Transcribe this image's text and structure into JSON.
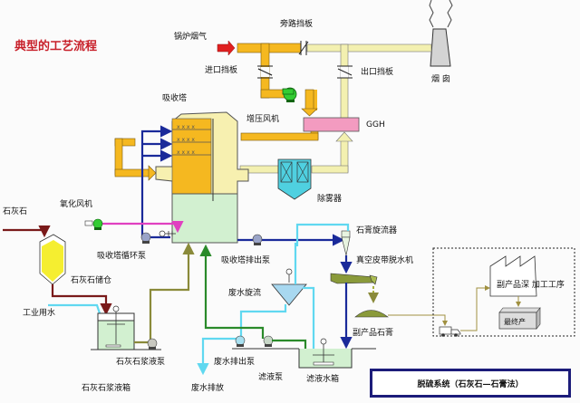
{
  "title": "典型的工艺流程",
  "legend": "脱硫系统（石灰石—石膏法）",
  "labels": {
    "boiler_flue_gas": "锅炉烟气",
    "bypass_damper": "旁路挡板",
    "inlet_damper": "进口挡板",
    "outlet_damper": "出口挡板",
    "chimney": "烟 囱",
    "absorber": "吸收塔",
    "booster_fan": "增压风机",
    "ggh": "GGH",
    "demister": "除雾器",
    "limestone": "石灰石",
    "oxidation_fan": "氧化风机",
    "circulation_pump": "吸收塔循环泵",
    "limestone_silo": "石灰石储仓",
    "industrial_water": "工业用水",
    "slurry_pump": "石灰石浆液泵",
    "slurry_tank": "石灰石浆液箱",
    "discharge_pump": "吸收塔排出泵",
    "gypsum_cyclone": "石膏旋流器",
    "vacuum_filter": "真空皮带脱水机",
    "wastewater_cyclone": "废水旋流",
    "byproduct_gypsum": "副产品石膏",
    "wastewater_pump": "废水排出泵",
    "filtrate_pump": "滤液泵",
    "filtrate_tank": "滤液水箱",
    "wastewater_discharge": "废水排放",
    "processing_plant": "副产品深 加工工序",
    "final_product": "最终产"
  },
  "colors": {
    "title": "#c8202a",
    "raw_flue": "#f5b820",
    "clean_flue": "#f3f0b0",
    "absorber_top": "#f7f0b0",
    "absorber_bottom": "#d2f0d0",
    "ggh": "#f39bc0",
    "fan": "#33cc33",
    "demister": "#4fd0e0",
    "slurry_line": "#1a2a9a",
    "oxidation_air": "#e040c0",
    "water_line": "#60d8f0",
    "filtrate_line": "#2a8a2a",
    "limestone_line": "#7a1a1a",
    "slurry_feed": "#8a8a3a",
    "silo": "#f5ee30",
    "gypsum": "#8a9a3a"
  }
}
